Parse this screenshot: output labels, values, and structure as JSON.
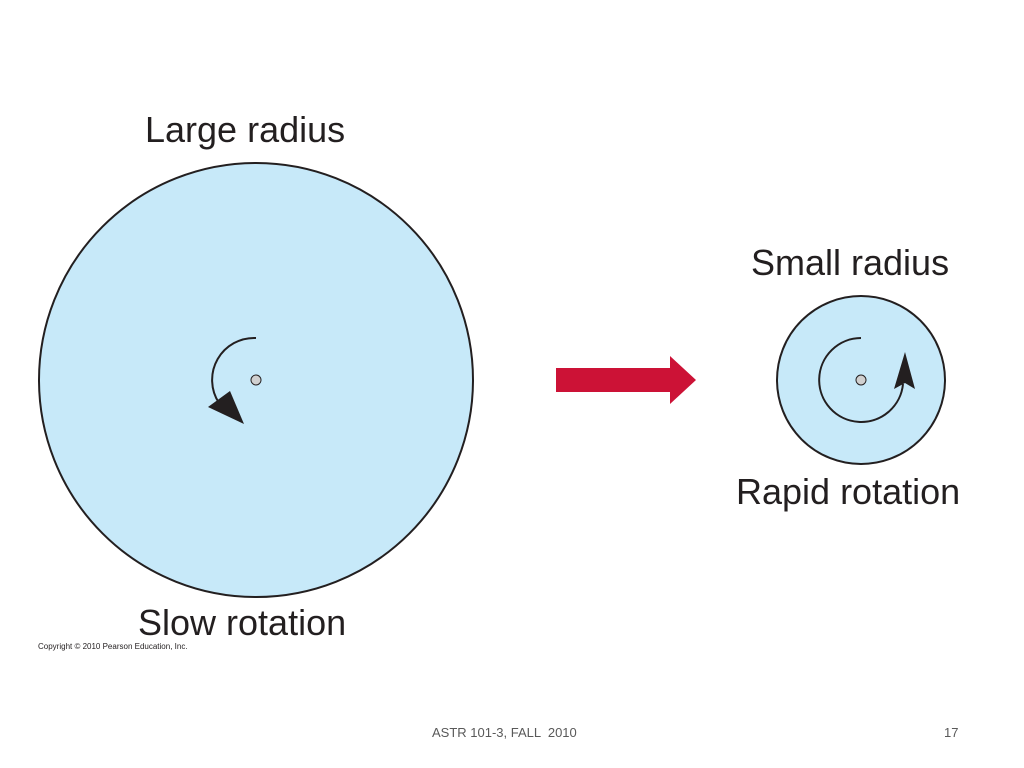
{
  "diagram": {
    "large": {
      "label": "Large radius",
      "caption": "Slow rotation"
    },
    "small": {
      "label": "Small radius",
      "caption": "Rapid rotation"
    },
    "copyright": "Copyright © 2010 Pearson Education, Inc."
  },
  "footer": {
    "text": "ASTR 101-3, FALL  2010",
    "slide_number": "17"
  },
  "colors": {
    "circle_fill": "#c7e9f9",
    "circle_stroke": "#231f20",
    "arrow": "#cc1236",
    "center_dot": "#d0d0d0",
    "text": "#231f20",
    "footer_text": "#595959"
  }
}
